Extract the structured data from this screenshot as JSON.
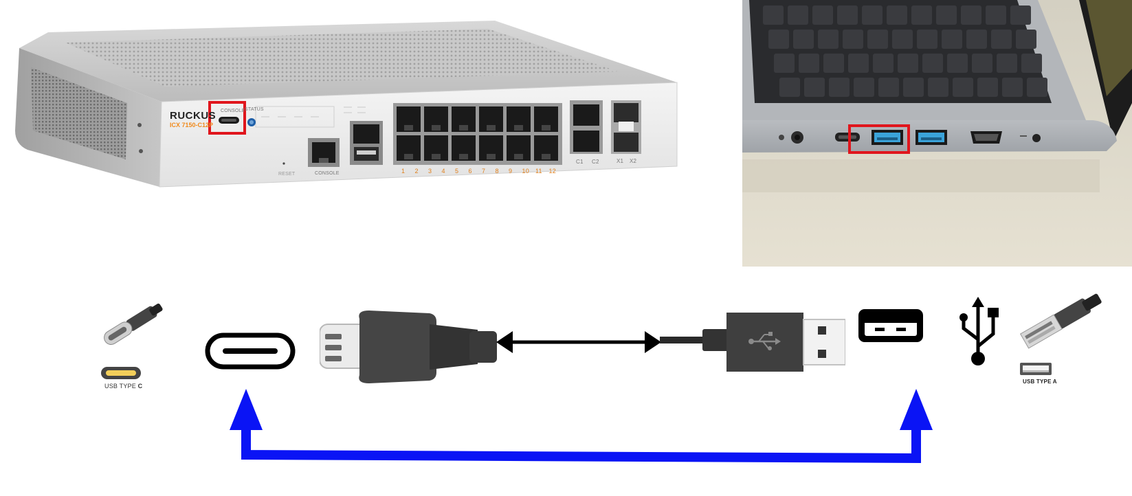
{
  "switch": {
    "brand": "RUCKUS",
    "model": "ICX 7150-C12P",
    "console_label": "CONSOLE",
    "status_label": "STATUS",
    "reset_label": "RESET",
    "mgmt_label": "CONSOLE",
    "port_numbers": [
      "1",
      "2",
      "3",
      "4",
      "5",
      "6",
      "7",
      "8",
      "9",
      "10",
      "11",
      "12"
    ],
    "uplink_labels": [
      "C1",
      "C2"
    ],
    "sfp_labels": [
      "X1",
      "X2"
    ]
  },
  "diagram": {
    "usb_c_label_prefix": "USB TYPE ",
    "usb_c_label_strong": "C",
    "usb_a_label": "USB TYPE A"
  },
  "colors": {
    "highlight": "#e0161d",
    "arrow": "#0a14f5",
    "connector": "#3d3d3d",
    "brand_orange": "#f08a1c",
    "usb_port_blue": "#3ba3d9"
  }
}
